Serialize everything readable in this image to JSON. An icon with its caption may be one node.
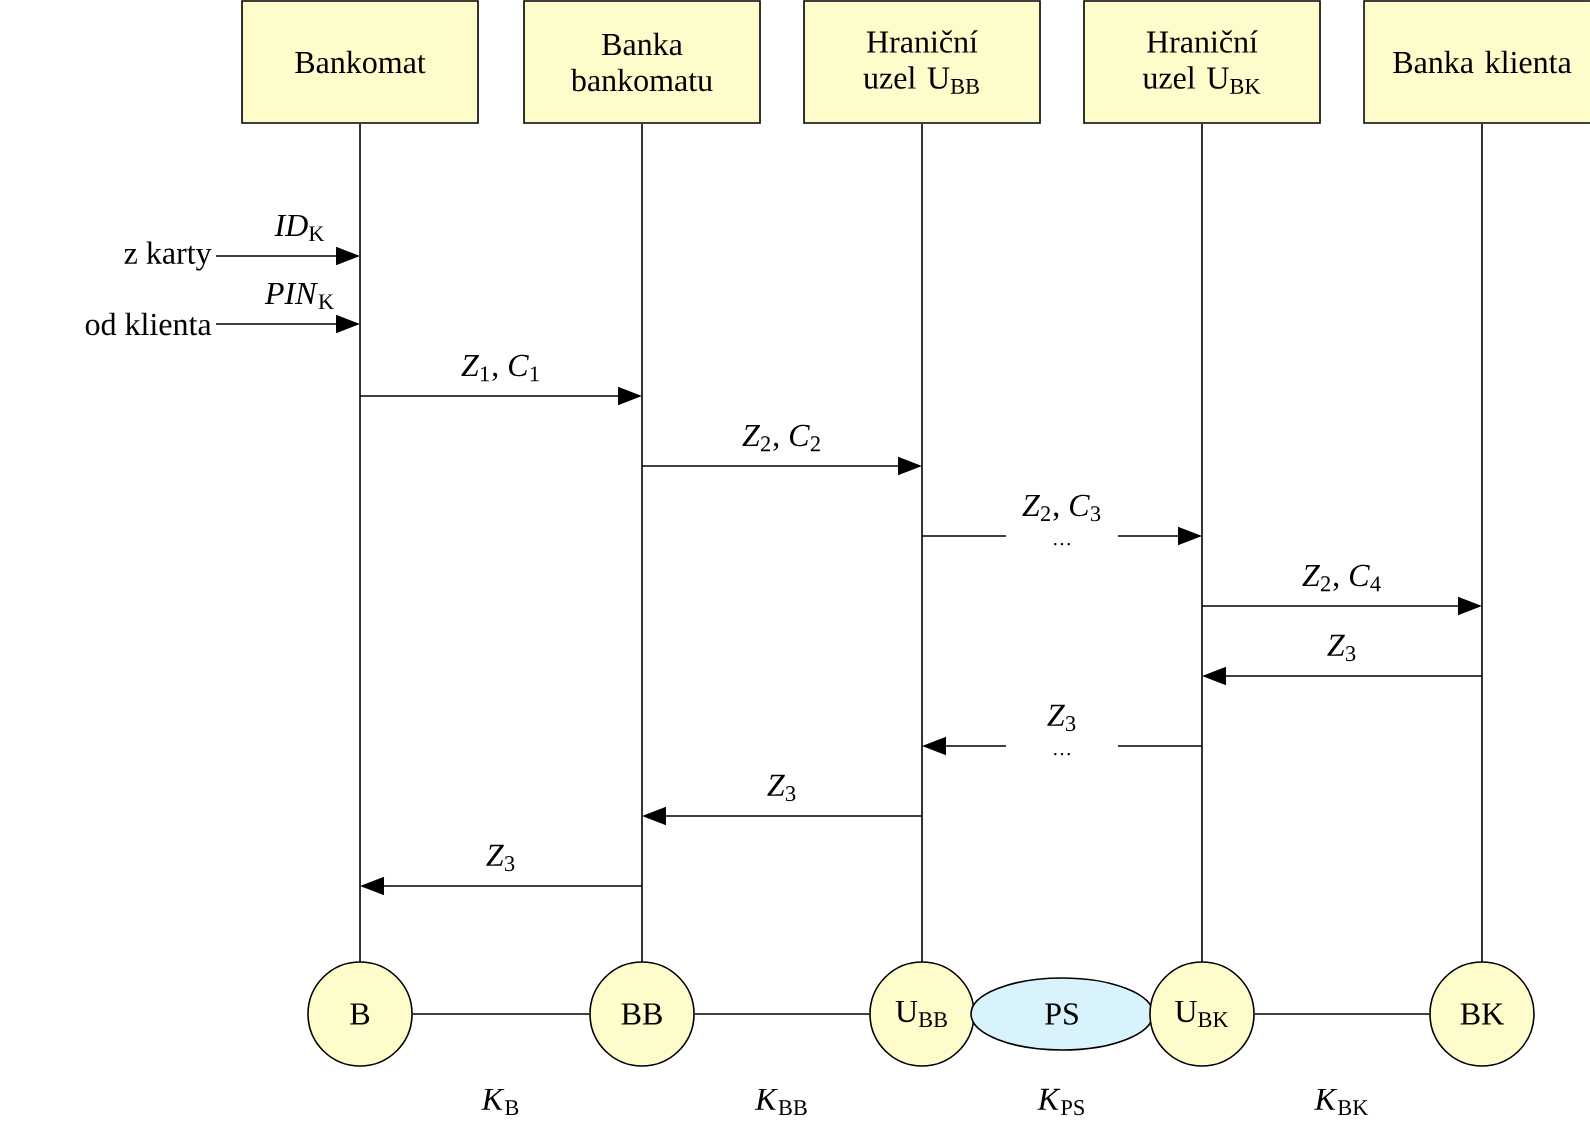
{
  "diagram": {
    "nodes": [
      {
        "text": [
          "Bankomat"
        ]
      },
      {
        "text": [
          "Banka bankomatu"
        ]
      },
      {
        "text": [
          "Hraniční uzel U$_{BB}$"
        ]
      },
      {
        "text": [
          "Hraniční uzel U$_{BK}$"
        ]
      },
      {
        "text": [
          "Banka klienta"
        ]
      },
      {
        "text": [
          "z karty"
        ]
      },
      {
        "text": [
          "od klienta"
        ]
      },
      {
        "text": [
          "B"
        ]
      },
      {
        "text": [
          "BB"
        ]
      },
      {
        "text": [
          "U$_{BB}$"
        ]
      },
      {
        "text": [
          "PS"
        ]
      },
      {
        "text": [
          "U$_{BK}$"
        ]
      },
      {
        "text": [
          "BK"
        ]
      }
    ],
    "edges": [
      {
        "from": 5,
        "to": 0,
        "arrow": "to",
        "label": "*ID*$_{K}$"
      },
      {
        "from": 6,
        "to": 0,
        "arrow": "to",
        "label": "*PIN*$_{K}$"
      },
      {
        "from": 0,
        "to": 1,
        "arrow": "to",
        "label": "*Z*$_{1}$, *C*$_{1}$"
      },
      {
        "from": 1,
        "to": 2,
        "arrow": "to",
        "label": "*Z*$_{2}$, *C*$_{2}$"
      },
      {
        "from": 2,
        "to": 3,
        "arrow": "to",
        "label": "*Z*$_{2}$, *C*$_{3}$"
      },
      {
        "from": 3,
        "to": 4,
        "arrow": "to",
        "label": "*Z*$_{2}$, *C*$_{4}$"
      },
      {
        "from": 4,
        "to": 3,
        "arrow": "to",
        "label": "*Z*$_{3}$"
      },
      {
        "from": 3,
        "to": 2,
        "arrow": "to",
        "label": "*Z*$_{3}$"
      },
      {
        "from": 2,
        "to": 1,
        "arrow": "to",
        "label": "*Z*$_{3}$"
      },
      {
        "from": 1,
        "to": 0,
        "arrow": "to",
        "label": "*Z*$_{3}$"
      },
      {
        "from": 7,
        "to": 8,
        "arrow": "none",
        "label": "*K*$_{B}$"
      },
      {
        "from": 8,
        "to": 9,
        "arrow": "none",
        "label": "*K*$_{BB}$"
      },
      {
        "from": 11,
        "to": 12,
        "arrow": "none",
        "label": "*K*$_{BK}$"
      }
    ],
    "labels": [
      "…",
      "…",
      "*K*$_{PS}$"
    ]
  }
}
